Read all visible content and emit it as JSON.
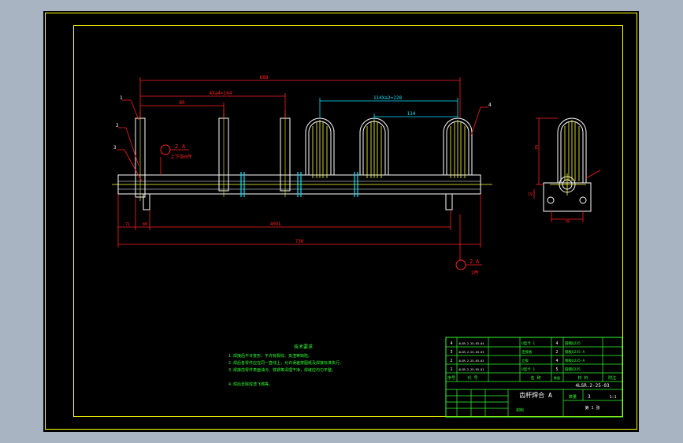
{
  "colors": {
    "background": "#000000",
    "frame": "#ffff00",
    "dimension": "#ff2020",
    "part": "#ffffff",
    "cyan": "#00e5ff",
    "green": "#33ff33",
    "centerline": "#ffff33",
    "desktop": "#a9b4c2"
  },
  "dimensions": {
    "overall_top": "688",
    "pitch_left": "4Xa4=164",
    "gap_small": "80",
    "pitch_right": "114Xa2=228",
    "pitch_right_single": "114",
    "bottom_span": "40XL",
    "bottom_total": "730",
    "left_offset_a": "71",
    "left_offset_b": "80",
    "side_height": "70",
    "side_small": "19",
    "side_base": "70"
  },
  "callouts": {
    "c1": "1",
    "c2": "2",
    "c3": "3",
    "c4": "4",
    "section_top_num": "2",
    "section_top_letter": "A",
    "section_top_label": "上下各0件",
    "section_bot_num": "2",
    "section_bot_letter": "A",
    "section_bot_label": "2件"
  },
  "notes": {
    "title": "技术要求",
    "lines": [
      "1.焊接后不许变形，不许有裂纹、夹渣等缺陷。",
      "2.焊后各零件应在同一直线上，允许误差按图纸及焊接标准执行。",
      "3.焊接前零件表面油污、铁锈等清理干净，焊缝应均匀平整。",
      "4.焊后去除焊渣飞溅等。"
    ]
  },
  "parts_table": {
    "rows": [
      {
        "no": "4",
        "code": "4LSR.2-25-03-04",
        "name": "U型卡 1",
        "qty": "4",
        "material": "圆钢Q235",
        "note": ""
      },
      {
        "no": "3",
        "code": "4LSR.2-25-03-03",
        "name": "连接板",
        "qty": "2",
        "material": "钢板Q235-A",
        "note": ""
      },
      {
        "no": "2",
        "code": "4LSR.2-25-03-02",
        "name": "立板",
        "qty": "4",
        "material": "钢板Q235-A",
        "note": ""
      },
      {
        "no": "1",
        "code": "4LSR.2-25-03-01",
        "name": "U型卡 1",
        "qty": "5",
        "material": "圆钢Q235",
        "note": ""
      }
    ],
    "header": {
      "no": "序号",
      "code": "代 号",
      "name": "名 称",
      "qty": "数量",
      "material": "材 料",
      "note": "附注"
    }
  },
  "title_block": {
    "drawing_name": "齿杆焊合 A",
    "drawing_code": "4LSR.2-25-03",
    "scale_label": "数量",
    "scale_value": "3",
    "weight": "1:1",
    "sheet": "第 1 张",
    "company": "材料"
  }
}
